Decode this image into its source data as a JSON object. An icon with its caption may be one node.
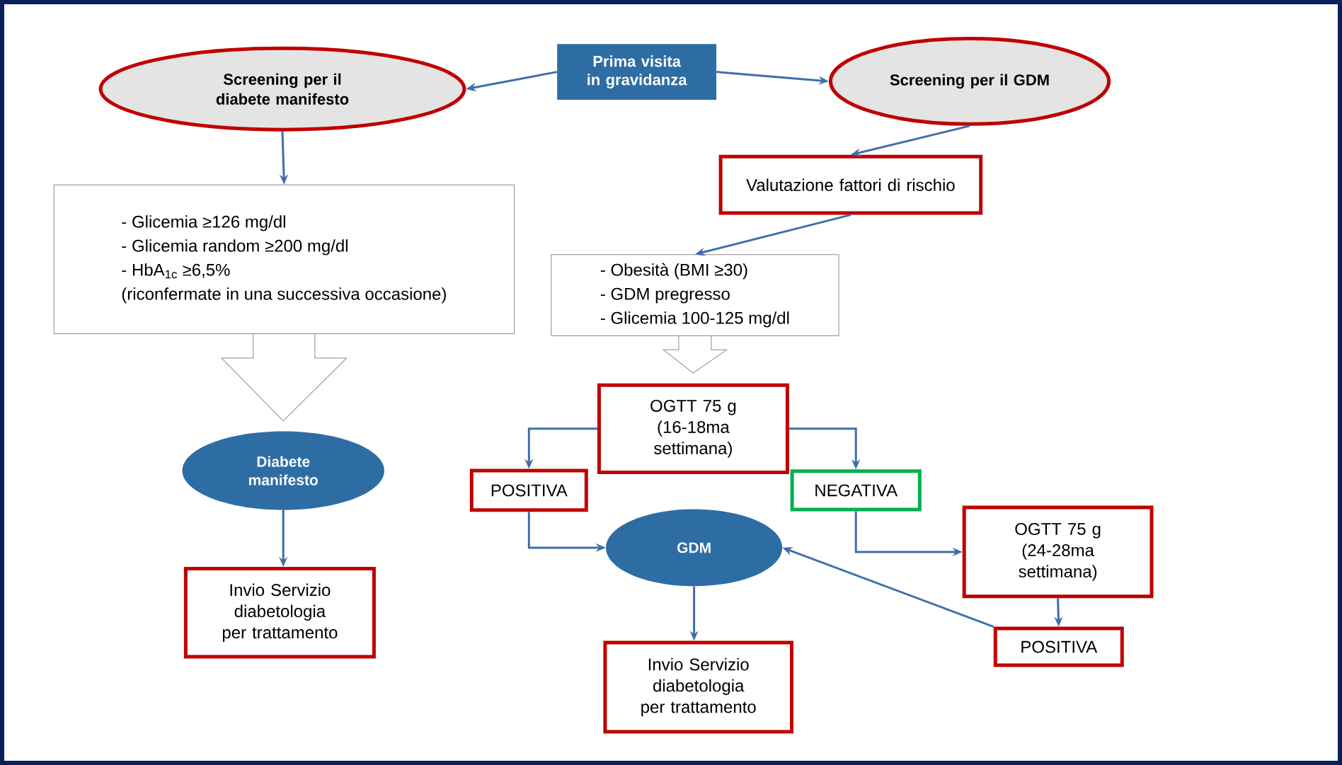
{
  "diagram": {
    "nodes": [
      {
        "text": [
          "Prima visita in gravidanza"
        ]
      },
      {
        "text": [
          "Screening per il diabete manifesto"
        ]
      },
      {
        "text": [
          "Screening per il GDM"
        ]
      },
      {
        "text": [
          "Valutazione fattori di rischio"
        ]
      },
      {
        "text": [
          "- Glicemia ≥126 mg/dl",
          "- Glicemia random ≥200 mg/dl",
          "- HbA$_{1c}$ ≥6,5%",
          "(riconfermate in una successiva occasione)"
        ]
      },
      {
        "text": [
          "- Obesità (BMI ≥30)",
          "- GDM pregresso",
          "- Glicemia 100-125 mg/dl"
        ]
      },
      {
        "text": [
          "OGTT 75 g (16-18ma settimana)"
        ]
      },
      {
        "text": [
          "Diabete manifesto"
        ]
      },
      {
        "text": [
          "POSITIVA"
        ]
      },
      {
        "text": [
          "NEGATIVA"
        ]
      },
      {
        "text": [
          "GDM"
        ]
      },
      {
        "text": [
          "OGTT 75 g (24-28ma settimana)"
        ]
      },
      {
        "text": [
          "Invio Servizio diabetologia per trattamento"
        ]
      },
      {
        "text": [
          "POSITIVA"
        ]
      },
      {
        "text": [
          "Invio Servizio diabetologia per trattamento"
        ]
      }
    ],
    "edges": [
      {
        "from": 0,
        "to": 1,
        "arrow": "to"
      },
      {
        "from": 0,
        "to": 2,
        "arrow": "to"
      },
      {
        "from": 1,
        "to": 4,
        "arrow": "to"
      },
      {
        "from": 2,
        "to": 3,
        "arrow": "to"
      },
      {
        "from": 3,
        "to": 5,
        "arrow": "to"
      },
      {
        "from": 4,
        "to": 7,
        "arrow": "to",
        "style": "thick"
      },
      {
        "from": 5,
        "to": 6,
        "arrow": "to",
        "style": "thick"
      },
      {
        "from": 6,
        "to": 8,
        "arrow": "to"
      },
      {
        "from": 6,
        "to": 9,
        "arrow": "to"
      },
      {
        "from": 8,
        "to": 10,
        "arrow": "to"
      },
      {
        "from": 9,
        "to": 11,
        "arrow": "to"
      },
      {
        "from": 7,
        "to": 12,
        "arrow": "to"
      },
      {
        "from": 10,
        "to": 14,
        "arrow": "to"
      },
      {
        "from": 11,
        "to": 13,
        "arrow": "to"
      },
      {
        "from": 13,
        "to": 10,
        "arrow": "to"
      }
    ]
  }
}
